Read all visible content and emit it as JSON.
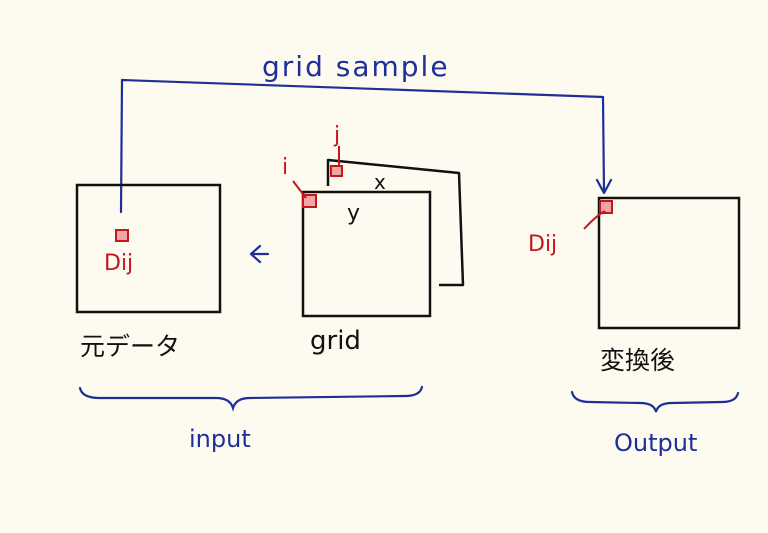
{
  "title": "grid sample",
  "input_label": "input",
  "output_label": "Output",
  "original_data_label": "元データ",
  "grid_label": "grid",
  "transformed_label": "変換後",
  "axis_x": "x",
  "axis_y": "y",
  "index_i": "i",
  "index_j": "j",
  "pixel_label_input": "Dij",
  "pixel_label_output": "Dij",
  "colors": {
    "blue": "#1f2f9a",
    "red": "#c4161c",
    "black": "#111111",
    "background": "#fdfbef"
  }
}
